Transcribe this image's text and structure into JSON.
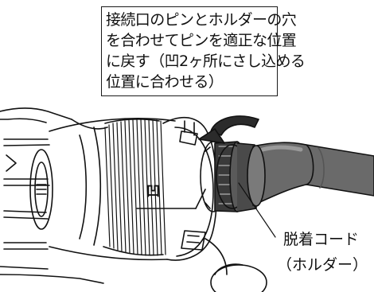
{
  "instruction": {
    "lines": [
      "接続口のピンとホルダーの穴",
      "を合わせてピンを適正な位置",
      "に戻す（凹2ヶ所にさし込める",
      "位置に合わせる）"
    ]
  },
  "labels": {
    "cord_main": "脱着コード",
    "cord_sub": "（ホルダー）",
    "recess_mark": "凹"
  },
  "icons": {
    "rotation": "curved-arrow-icon",
    "recess": "recess-mark-icon"
  },
  "colors": {
    "line": "#111111",
    "cord_fill": "#6a6a6a",
    "cord_highlight": "#9a9a9a",
    "arrow_fill": "#2b2b2b"
  }
}
